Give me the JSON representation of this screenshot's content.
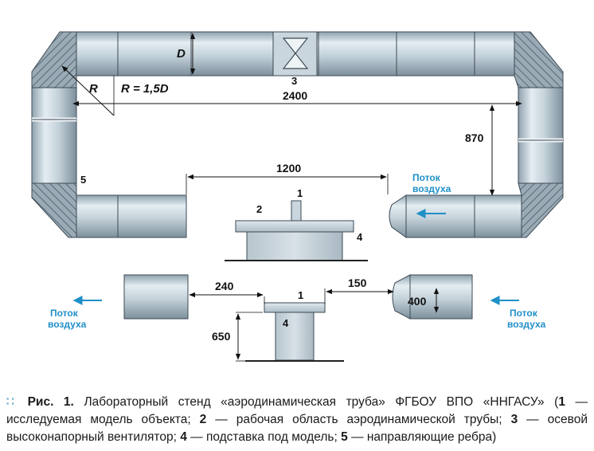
{
  "labels": {
    "d": "D",
    "r": "R",
    "r_formula": "R = 1,5D",
    "num_1a": "1",
    "num_2": "2",
    "num_3": "3",
    "num_4a": "4",
    "num_5": "5",
    "num_1b": "1",
    "num_4b": "4"
  },
  "dimensions": {
    "d2400": "2400",
    "d870": "870",
    "d1200": "1200",
    "d240": "240",
    "d150": "150",
    "d400": "400",
    "d650": "650"
  },
  "flow": {
    "line1": "Поток",
    "line2": "воздуха"
  },
  "caption": {
    "prefix": "Рис. 1.",
    "title": " Лабораторный стенд «аэродинамическая труба» ФГБОУ ВПО «ННГАСУ» (",
    "n1": "1",
    "t1": " — исследуемая модель объекта; ",
    "n2": "2",
    "t2": " — рабочая область аэродинамической трубы; ",
    "n3": "3",
    "t3": " — осевой высоконапорный вентилятор; ",
    "n4": "4",
    "t4": " — подставка под модель; ",
    "n5": "5",
    "t5": " — направляющие ребра)"
  },
  "colors": {
    "accent": "#1f8fc8",
    "duct": "#b9c8d2"
  }
}
